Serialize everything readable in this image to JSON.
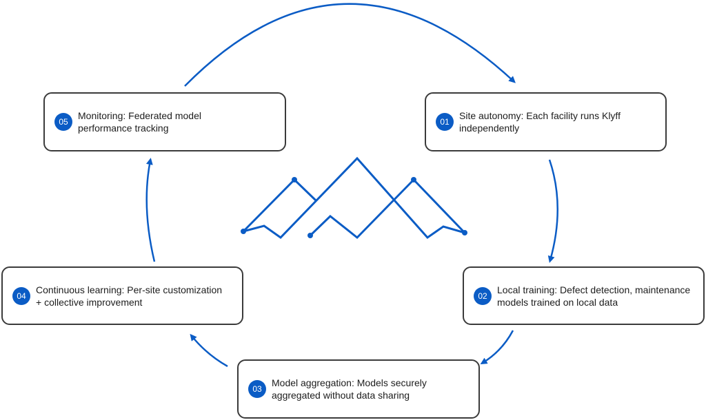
{
  "colors": {
    "accent": "#0b5cc5",
    "border": "#3a3a3a"
  },
  "steps": [
    {
      "number": "01",
      "text": "Site autonomy: Each facility runs Klyff independently"
    },
    {
      "number": "02",
      "text": "Local training: Defect detection, maintenance models trained on local data"
    },
    {
      "number": "03",
      "text": "Model aggregation: Models securely aggregated without data sharing"
    },
    {
      "number": "04",
      "text": "Continuous learning: Per-site customization + collective improvement"
    },
    {
      "number": "05",
      "text": "Monitoring: Federated model performance tracking"
    }
  ]
}
